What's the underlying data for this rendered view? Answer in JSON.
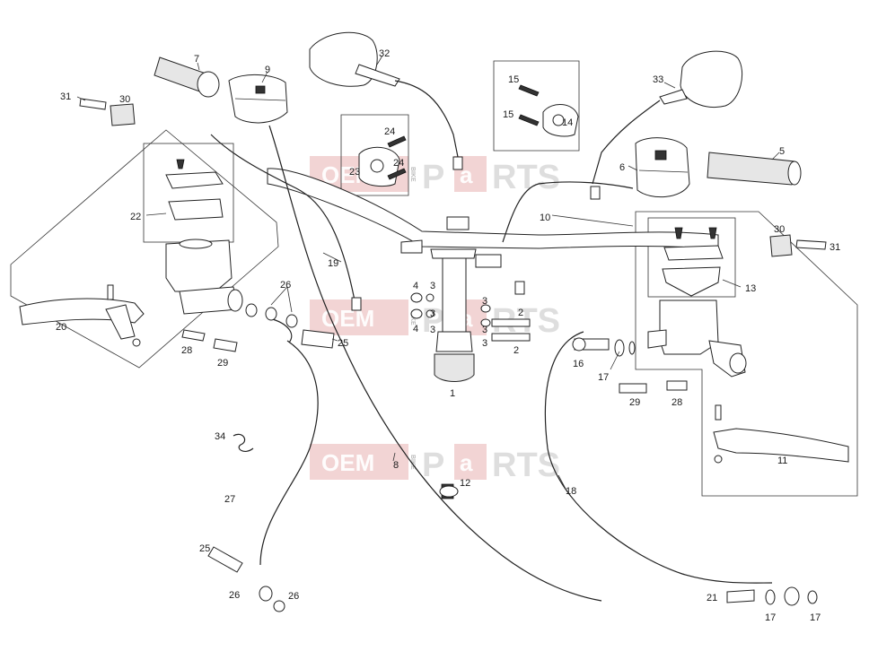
{
  "watermark": {
    "oem": "OEM",
    "bike": "BIKE",
    "parts_p": "P",
    "parts_a": "a",
    "parts_rts": "RTS"
  },
  "part_labels": {
    "p1": "1",
    "p2a": "2",
    "p2b": "2",
    "p3a": "3",
    "p3b": "3",
    "p3c": "3",
    "p3d": "3",
    "p3e": "3",
    "p3f": "3",
    "p4a": "4",
    "p4b": "4",
    "p5": "5",
    "p6": "6",
    "p7": "7",
    "p8": "8",
    "p9": "9",
    "p10": "10",
    "p11": "11",
    "p12": "12",
    "p13": "13",
    "p14": "14",
    "p15a": "15",
    "p15b": "15",
    "p16": "16",
    "p17a": "17",
    "p17b": "17",
    "p17c": "17",
    "p18": "18",
    "p19": "19",
    "p20": "20",
    "p21": "21",
    "p22": "22",
    "p23": "23",
    "p24a": "24",
    "p24b": "24",
    "p25a": "25",
    "p25b": "25",
    "p26a": "26",
    "p26b": "26",
    "p26c": "26",
    "p27": "27",
    "p28a": "28",
    "p28b": "28",
    "p29a": "29",
    "p29b": "29",
    "p30a": "30",
    "p30b": "30",
    "p31a": "31",
    "p31b": "31",
    "p32": "32",
    "p33": "33",
    "p34": "34"
  }
}
